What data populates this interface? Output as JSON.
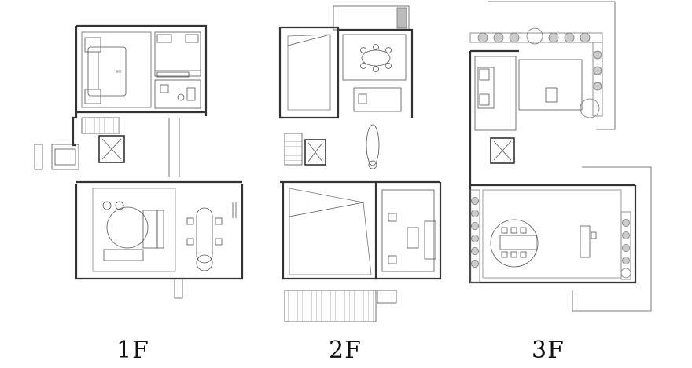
{
  "floors": [
    {
      "id": "1F",
      "label": "1F"
    },
    {
      "id": "2F",
      "label": "2F"
    },
    {
      "id": "3F",
      "label": "3F"
    }
  ],
  "colors": {
    "wall": "#3a3a3a",
    "line": "#555555",
    "plant": "#8a8a8a",
    "background": "#ffffff"
  }
}
